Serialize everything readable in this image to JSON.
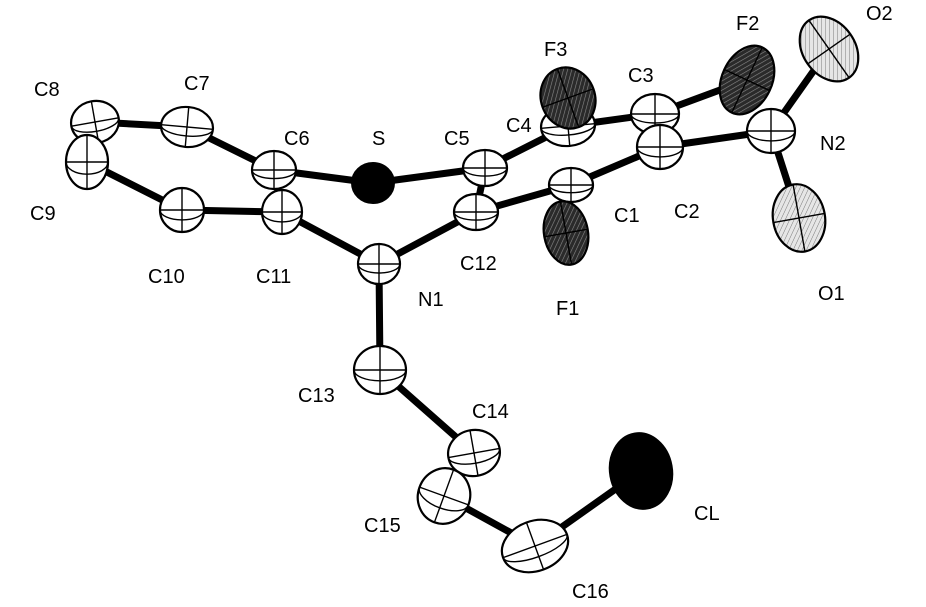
{
  "labels": {
    "S": "S",
    "N1": "N1",
    "N2": "N2",
    "O1": "O1",
    "O2": "O2",
    "F1": "F1",
    "F2": "F2",
    "F3": "F3",
    "CL": "CL",
    "C1": "C1",
    "C2": "C2",
    "C3": "C3",
    "C4": "C4",
    "C5": "C5",
    "C6": "C6",
    "C7": "C7",
    "C8": "C8",
    "C9": "C9",
    "C10": "C10",
    "C11": "C11",
    "C12": "C12",
    "C13": "C13",
    "C14": "C14",
    "C15": "C15",
    "C16": "C16"
  },
  "atom_styles": {
    "solid": [
      "S",
      "CL"
    ],
    "dark_hatched": [
      "F1",
      "F2",
      "F3"
    ],
    "light_hatched": [
      "O1",
      "O2"
    ],
    "open": [
      "N1",
      "N2",
      "C1",
      "C2",
      "C3",
      "C4",
      "C5",
      "C6",
      "C7",
      "C8",
      "C9",
      "C10",
      "C11",
      "C12",
      "C13",
      "C14",
      "C15",
      "C16"
    ]
  },
  "bonds": [
    [
      "C8",
      "C7"
    ],
    [
      "C8",
      "C9"
    ],
    [
      "C7",
      "C6"
    ],
    [
      "C9",
      "C10"
    ],
    [
      "C10",
      "C11"
    ],
    [
      "C6",
      "C11"
    ],
    [
      "C6",
      "S"
    ],
    [
      "S",
      "C5"
    ],
    [
      "C11",
      "N1"
    ],
    [
      "N1",
      "C12"
    ],
    [
      "C5",
      "C12"
    ],
    [
      "C5",
      "C4"
    ],
    [
      "C4",
      "C3"
    ],
    [
      "C12",
      "C1"
    ],
    [
      "C1",
      "C2"
    ],
    [
      "C3",
      "C2"
    ],
    [
      "C4",
      "F3"
    ],
    [
      "C3",
      "F2"
    ],
    [
      "C1",
      "F1"
    ],
    [
      "C2",
      "N2"
    ],
    [
      "N2",
      "O1"
    ],
    [
      "N2",
      "O2"
    ],
    [
      "N1",
      "C13"
    ],
    [
      "C13",
      "C14"
    ],
    [
      "C14",
      "C15"
    ],
    [
      "C15",
      "C16"
    ],
    [
      "C16",
      "CL"
    ]
  ]
}
